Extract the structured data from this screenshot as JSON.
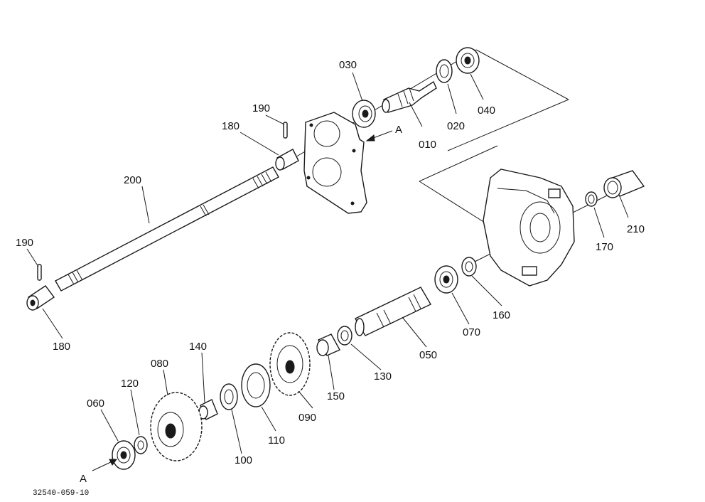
{
  "labels": {
    "p010": "010",
    "p020": "020",
    "p030": "030",
    "p040": "040",
    "p050": "050",
    "p060": "060",
    "p070": "070",
    "p080": "080",
    "p090": "090",
    "p100": "100",
    "p110": "110",
    "p120": "120",
    "p130": "130",
    "p140": "140",
    "p150": "150",
    "p160": "160",
    "p170": "170",
    "p180a": "180",
    "p180b": "180",
    "p190a": "190",
    "p190b": "190",
    "p200": "200",
    "p210": "210"
  },
  "markers": {
    "a1": "A",
    "a2": "A"
  },
  "drawing_code": "32540-059-10"
}
